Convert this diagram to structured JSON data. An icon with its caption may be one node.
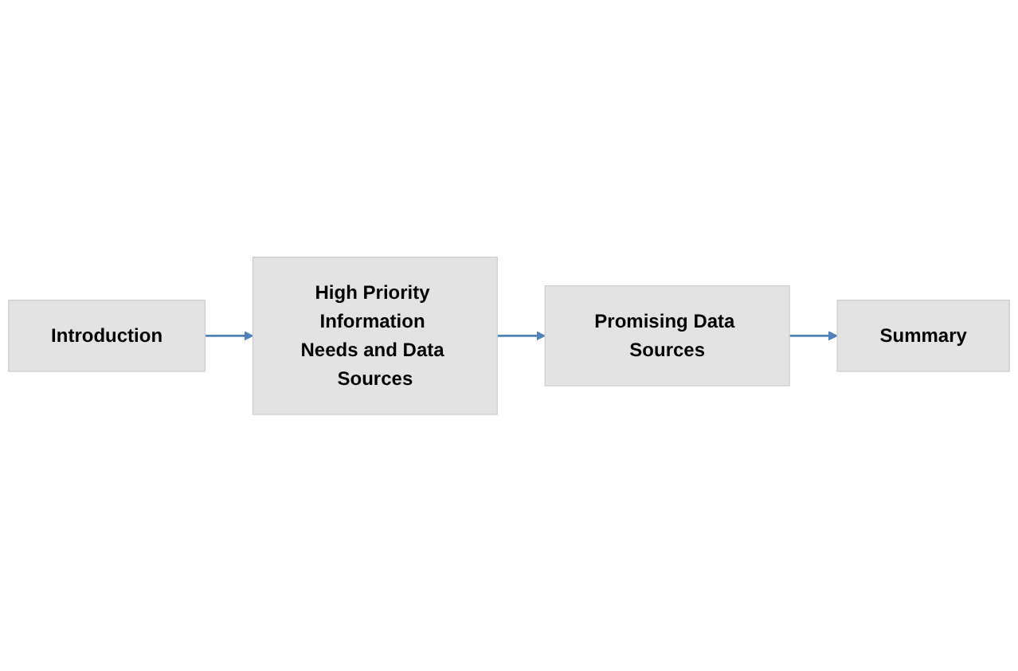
{
  "diagram": {
    "nodes": [
      {
        "text": [
          "Introduction"
        ]
      },
      {
        "text": [
          "High Priority Information Needs and Data Sources"
        ]
      },
      {
        "text": [
          "Promising Data Sources"
        ]
      },
      {
        "text": [
          "Summary"
        ]
      }
    ],
    "edges": [
      {
        "from": 0,
        "to": 1,
        "arrow": "to"
      },
      {
        "from": 1,
        "to": 2,
        "arrow": "to"
      },
      {
        "from": 2,
        "to": 3,
        "arrow": "to"
      }
    ]
  }
}
